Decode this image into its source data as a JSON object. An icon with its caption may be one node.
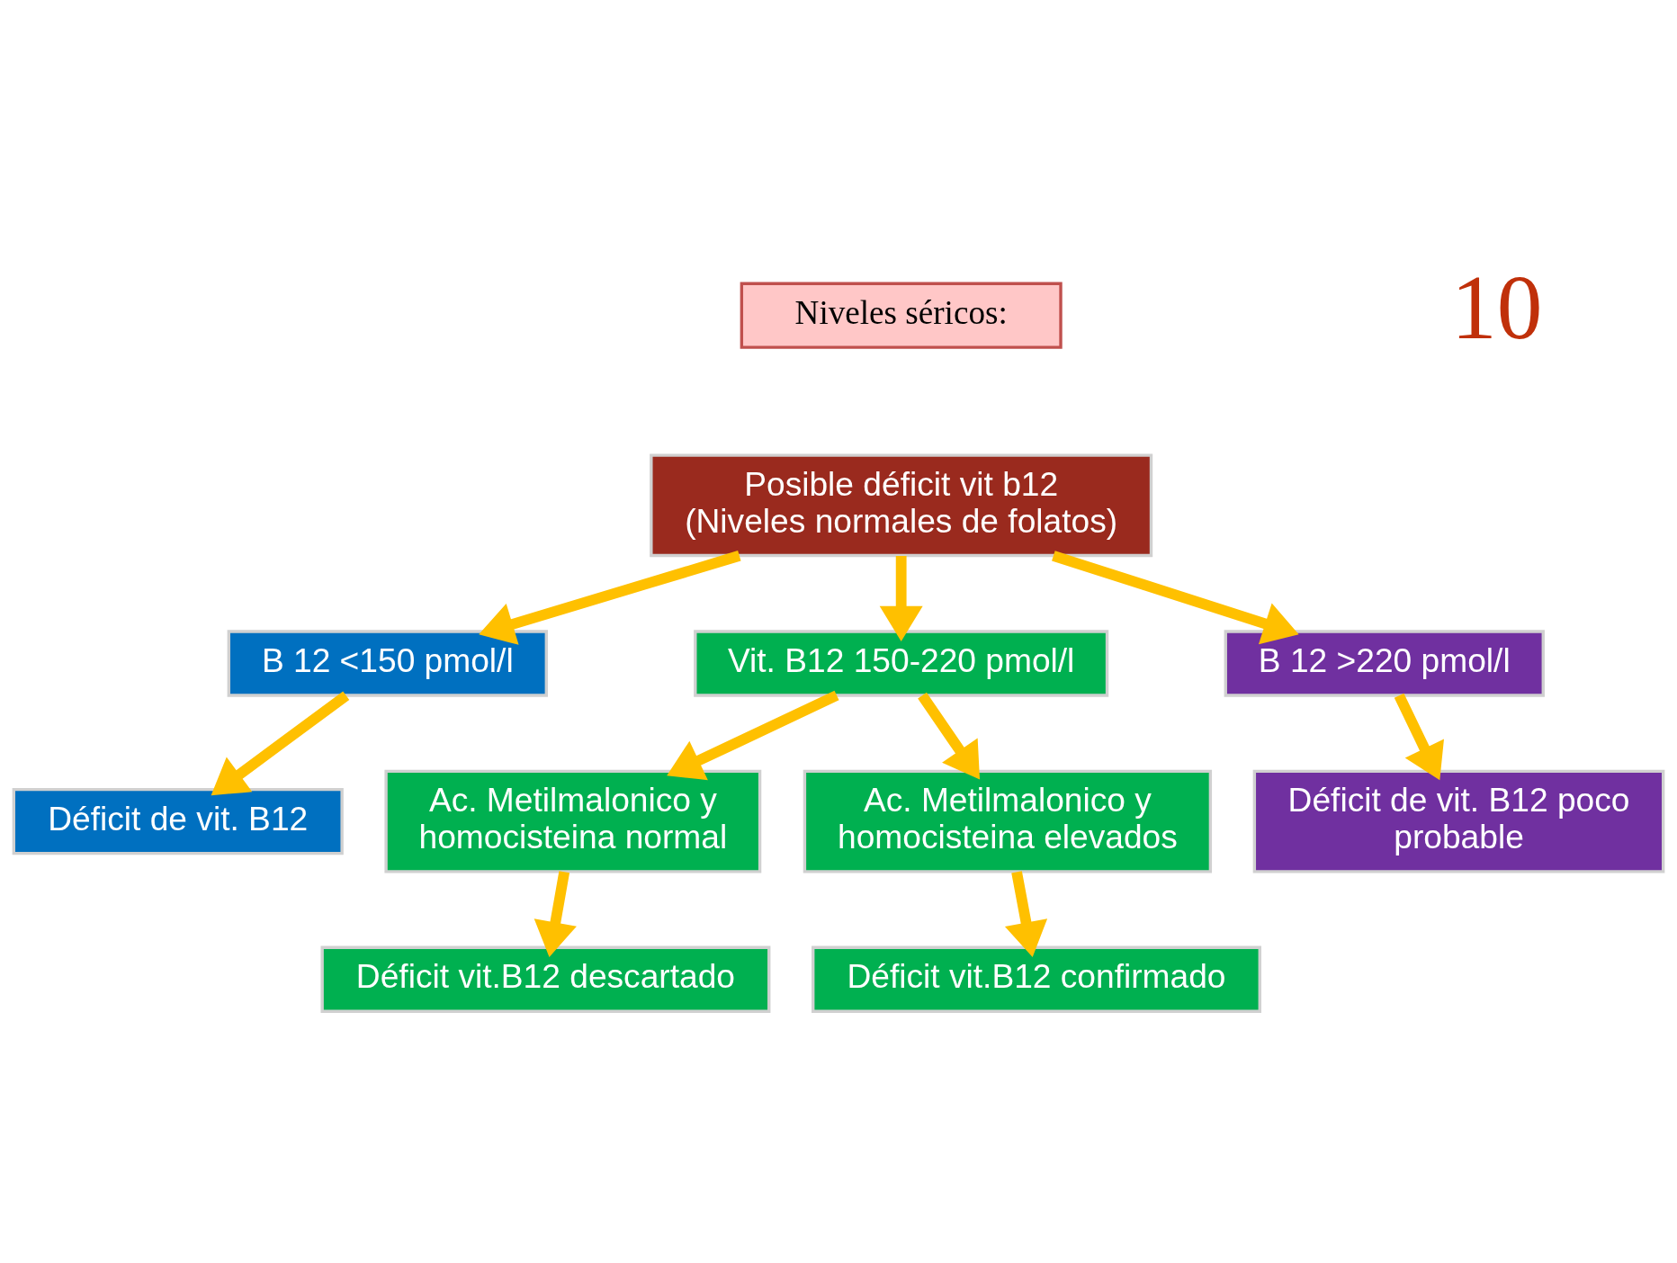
{
  "diagram": {
    "nodes": [
      {
        "text": [
          "Niveles séricos:"
        ]
      },
      {
        "text": [
          "Posible déficit vit b12 (Niveles normales de folatos)"
        ]
      },
      {
        "text": [
          "B 12 <150 pmol/l"
        ]
      },
      {
        "text": [
          "Vit. B12 150-220 pmol/l"
        ]
      },
      {
        "text": [
          "B 12 >220 pmol/l"
        ]
      },
      {
        "text": [
          "Ac. Metilmalonico y homocisteina normal"
        ]
      },
      {
        "text": [
          "Ac. Metilmalonico y homocisteina elevados"
        ]
      },
      {
        "text": [
          "Déficit de vit. B12"
        ]
      },
      {
        "text": [
          "Déficit vit.B12 descartado"
        ]
      },
      {
        "text": [
          "Déficit vit.B12 confirmado"
        ]
      },
      {
        "text": [
          "Déficit de vit. B12 poco probable"
        ]
      }
    ],
    "edges": [
      {
        "from": 1,
        "to": 2,
        "arrow": "to"
      },
      {
        "from": 1,
        "to": 3,
        "arrow": "to"
      },
      {
        "from": 1,
        "to": 4,
        "arrow": "to"
      },
      {
        "from": 3,
        "to": 5,
        "arrow": "to"
      },
      {
        "from": 3,
        "to": 6,
        "arrow": "to"
      },
      {
        "from": 2,
        "to": 7,
        "arrow": "to"
      },
      {
        "from": 5,
        "to": 8,
        "arrow": "to"
      },
      {
        "from": 6,
        "to": 9,
        "arrow": "to"
      },
      {
        "from": 4,
        "to": 10,
        "arrow": "to"
      }
    ],
    "labels": [
      "10"
    ]
  }
}
